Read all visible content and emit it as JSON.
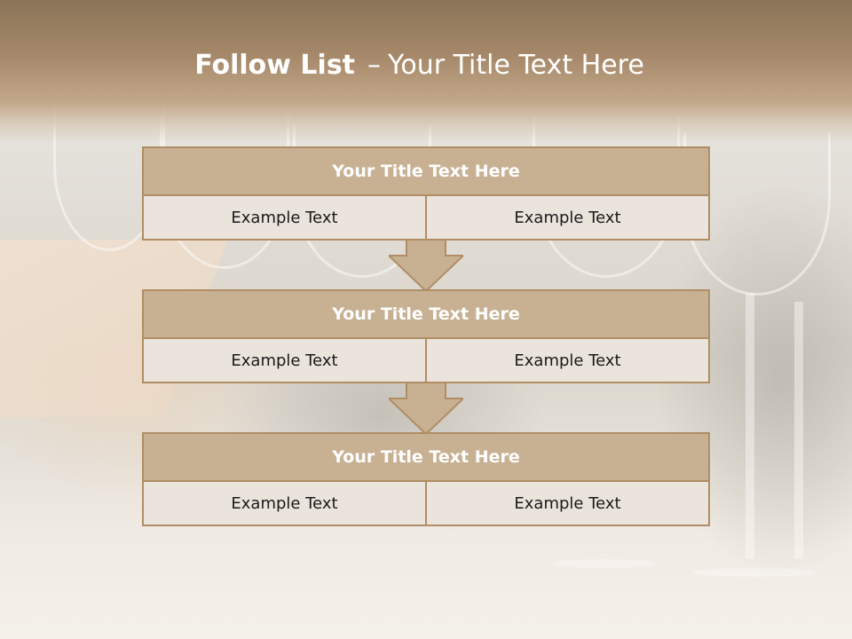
{
  "slide": {
    "title_bold": "Follow List",
    "title_separator": "–",
    "title_rest": "Your Title Text Here"
  },
  "blocks": [
    {
      "title": "Your Title Text Here",
      "left": "Example Text",
      "right": "Example Text"
    },
    {
      "title": "Your Title Text Here",
      "left": "Example Text",
      "right": "Example Text"
    },
    {
      "title": "Your Title Text Here",
      "left": "Example Text",
      "right": "Example Text"
    }
  ],
  "colors": {
    "header_brown": "#8a7458",
    "block_title_fill": "#c8b193",
    "block_border": "#b08d64",
    "cell_fill": "#ebe4dc"
  }
}
